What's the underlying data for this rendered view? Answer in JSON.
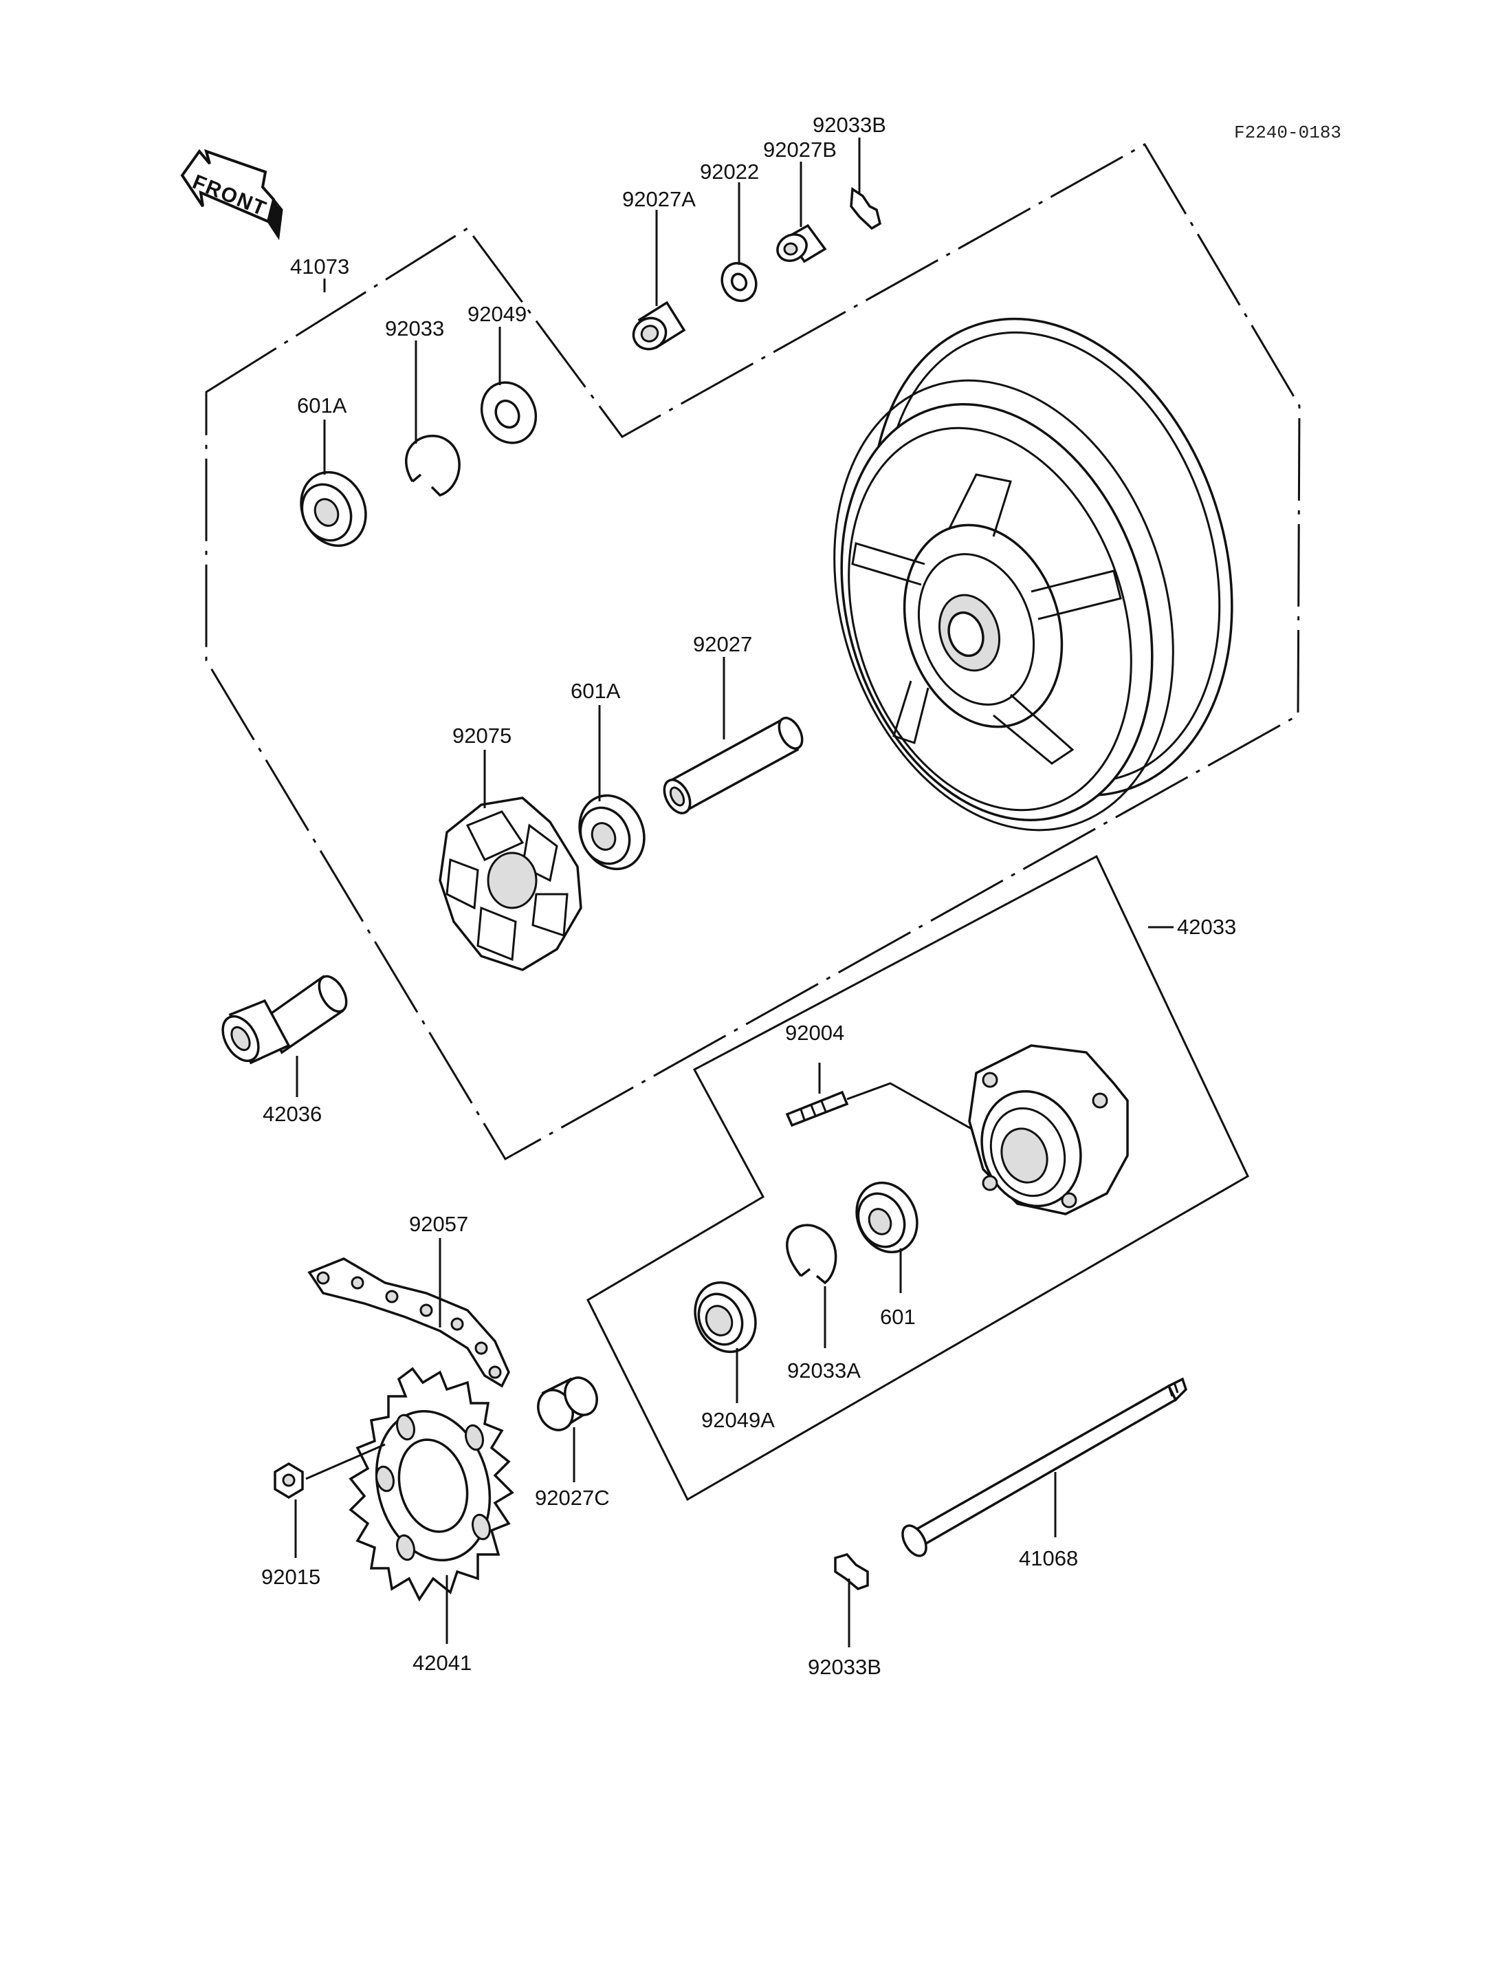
{
  "drawing_code": "F2240-0183",
  "front_label": "FRONT",
  "labels": {
    "l41073": "41073",
    "l601A_top": "601A",
    "l92033": "92033",
    "l92049": "92049",
    "l92027A": "92027A",
    "l92022": "92022",
    "l92027B": "92027B",
    "l92033B_top": "92033B",
    "l92027": "92027",
    "l601A_mid": "601A",
    "l92075": "92075",
    "l42033": "42033",
    "l42036": "42036",
    "l92004": "92004",
    "l92057": "92057",
    "l601": "601",
    "l92033A": "92033A",
    "l92049A": "92049A",
    "l92027C": "92027C",
    "l92015": "92015",
    "l42041": "42041",
    "l41068": "41068",
    "l92033B_bot": "92033B"
  }
}
